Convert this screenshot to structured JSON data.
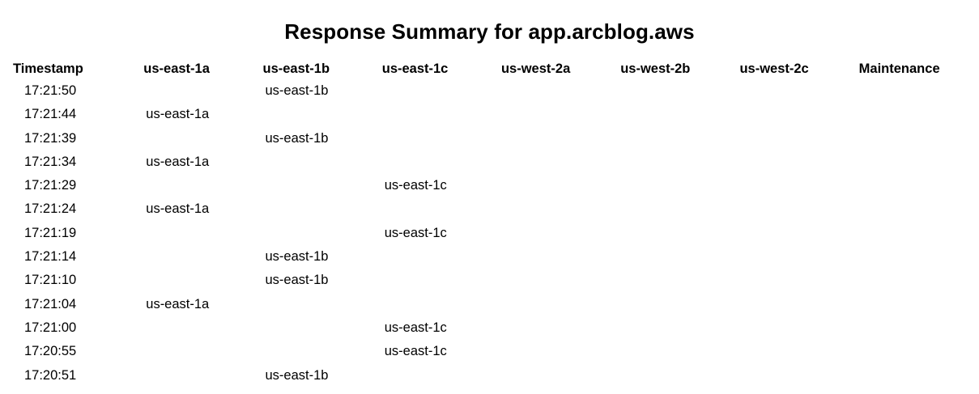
{
  "title": "Response Summary for app.arcblog.aws",
  "table": {
    "columns": [
      {
        "key": "timestamp",
        "label": "Timestamp"
      },
      {
        "key": "us-east-1a",
        "label": "us-east-1a"
      },
      {
        "key": "us-east-1b",
        "label": "us-east-1b"
      },
      {
        "key": "us-east-1c",
        "label": "us-east-1c"
      },
      {
        "key": "us-west-2a",
        "label": "us-west-2a"
      },
      {
        "key": "us-west-2b",
        "label": "us-west-2b"
      },
      {
        "key": "us-west-2c",
        "label": "us-west-2c"
      },
      {
        "key": "maintenance",
        "label": "Maintenance"
      }
    ],
    "rows": [
      {
        "timestamp": "17:21:50",
        "us-east-1a": "",
        "us-east-1b": "us-east-1b",
        "us-east-1c": "",
        "us-west-2a": "",
        "us-west-2b": "",
        "us-west-2c": "",
        "maintenance": ""
      },
      {
        "timestamp": "17:21:44",
        "us-east-1a": "us-east-1a",
        "us-east-1b": "",
        "us-east-1c": "",
        "us-west-2a": "",
        "us-west-2b": "",
        "us-west-2c": "",
        "maintenance": ""
      },
      {
        "timestamp": "17:21:39",
        "us-east-1a": "",
        "us-east-1b": "us-east-1b",
        "us-east-1c": "",
        "us-west-2a": "",
        "us-west-2b": "",
        "us-west-2c": "",
        "maintenance": ""
      },
      {
        "timestamp": "17:21:34",
        "us-east-1a": "us-east-1a",
        "us-east-1b": "",
        "us-east-1c": "",
        "us-west-2a": "",
        "us-west-2b": "",
        "us-west-2c": "",
        "maintenance": ""
      },
      {
        "timestamp": "17:21:29",
        "us-east-1a": "",
        "us-east-1b": "",
        "us-east-1c": "us-east-1c",
        "us-west-2a": "",
        "us-west-2b": "",
        "us-west-2c": "",
        "maintenance": ""
      },
      {
        "timestamp": "17:21:24",
        "us-east-1a": "us-east-1a",
        "us-east-1b": "",
        "us-east-1c": "",
        "us-west-2a": "",
        "us-west-2b": "",
        "us-west-2c": "",
        "maintenance": ""
      },
      {
        "timestamp": "17:21:19",
        "us-east-1a": "",
        "us-east-1b": "",
        "us-east-1c": "us-east-1c",
        "us-west-2a": "",
        "us-west-2b": "",
        "us-west-2c": "",
        "maintenance": ""
      },
      {
        "timestamp": "17:21:14",
        "us-east-1a": "",
        "us-east-1b": "us-east-1b",
        "us-east-1c": "",
        "us-west-2a": "",
        "us-west-2b": "",
        "us-west-2c": "",
        "maintenance": ""
      },
      {
        "timestamp": "17:21:10",
        "us-east-1a": "",
        "us-east-1b": "us-east-1b",
        "us-east-1c": "",
        "us-west-2a": "",
        "us-west-2b": "",
        "us-west-2c": "",
        "maintenance": ""
      },
      {
        "timestamp": "17:21:04",
        "us-east-1a": "us-east-1a",
        "us-east-1b": "",
        "us-east-1c": "",
        "us-west-2a": "",
        "us-west-2b": "",
        "us-west-2c": "",
        "maintenance": ""
      },
      {
        "timestamp": "17:21:00",
        "us-east-1a": "",
        "us-east-1b": "",
        "us-east-1c": "us-east-1c",
        "us-west-2a": "",
        "us-west-2b": "",
        "us-west-2c": "",
        "maintenance": ""
      },
      {
        "timestamp": "17:20:55",
        "us-east-1a": "",
        "us-east-1b": "",
        "us-east-1c": "us-east-1c",
        "us-west-2a": "",
        "us-west-2b": "",
        "us-west-2c": "",
        "maintenance": ""
      },
      {
        "timestamp": "17:20:51",
        "us-east-1a": "",
        "us-east-1b": "us-east-1b",
        "us-east-1c": "",
        "us-west-2a": "",
        "us-west-2b": "",
        "us-west-2c": "",
        "maintenance": ""
      }
    ]
  },
  "colors": {
    "background": "#ffffff",
    "text": "#000000"
  }
}
